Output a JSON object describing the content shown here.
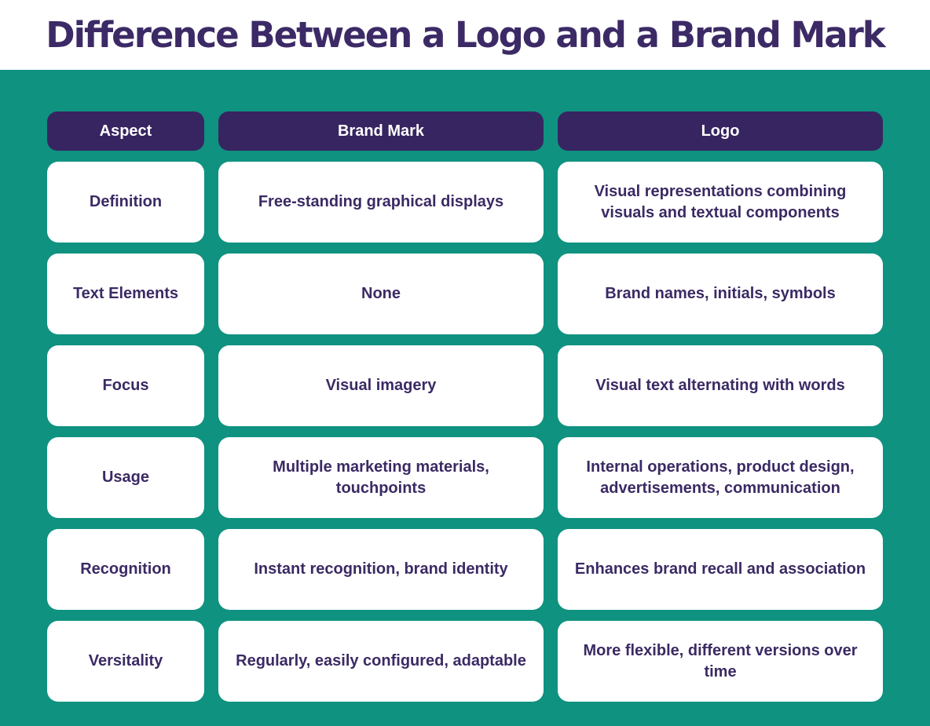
{
  "page": {
    "title": "Difference Between a Logo and a Brand Mark",
    "colors": {
      "background_teal": "#0F9280",
      "header_band_white": "#FFFFFF",
      "pill_purple": "#372561",
      "text_purple": "#3B2A64",
      "title_purple": "#3C2A66",
      "cell_white": "#FFFFFF"
    }
  },
  "table": {
    "columns": [
      "Aspect",
      "Brand Mark",
      "Logo"
    ],
    "rows": [
      {
        "aspect": "Definition",
        "brand_mark": "Free-standing graphical displays",
        "logo": "Visual representations combining visuals and textual components"
      },
      {
        "aspect": "Text Elements",
        "brand_mark": "None",
        "logo": "Brand names, initials, symbols"
      },
      {
        "aspect": "Focus",
        "brand_mark": "Visual imagery",
        "logo": "Visual text alternating with words"
      },
      {
        "aspect": "Usage",
        "brand_mark": "Multiple marketing materials, touchpoints",
        "logo": "Internal operations, product design, advertisements, communication"
      },
      {
        "aspect": "Recognition",
        "brand_mark": "Instant recognition, brand identity",
        "logo": "Enhances brand recall and association"
      },
      {
        "aspect": "Versitality",
        "brand_mark": "Regularly, easily configured, adaptable",
        "logo": "More flexible, different versions over time"
      }
    ]
  }
}
